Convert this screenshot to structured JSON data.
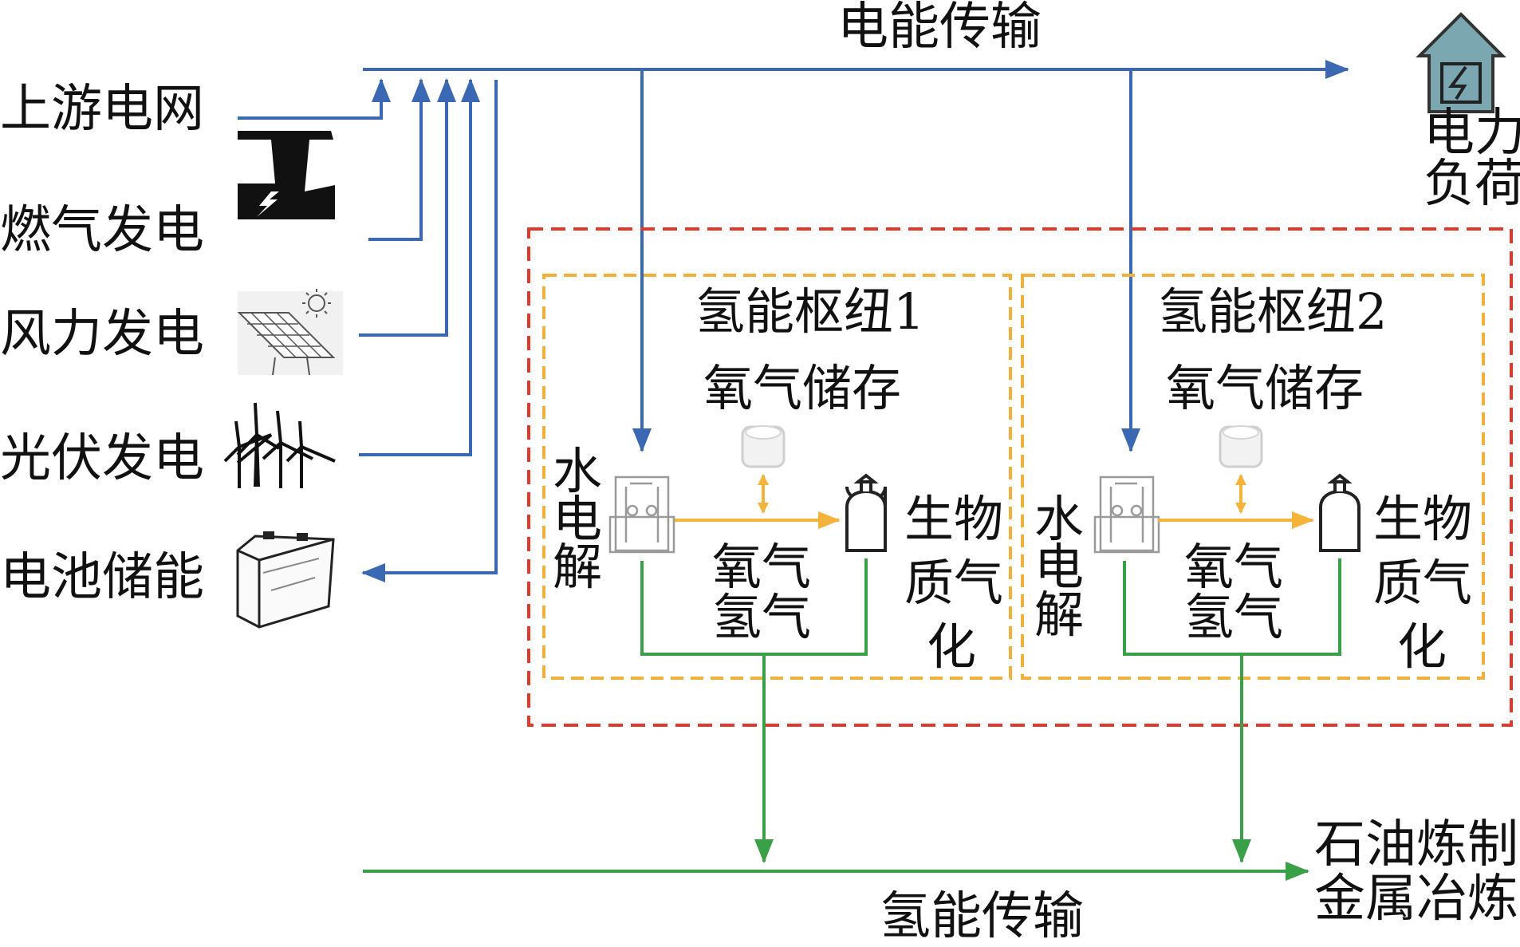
{
  "sources": {
    "upstream_grid": "上游电网",
    "gas_power": "燃气发电",
    "wind_power": "风力发电",
    "pv_power": "光伏发电",
    "battery_storage": "电池储能"
  },
  "top": {
    "power_transmission": "电能传输",
    "power_load_line1": "电力",
    "power_load_line2": "负荷"
  },
  "hub1": {
    "title": "氢能枢纽1",
    "oxygen_storage": "氧气储存",
    "electrolysis": [
      "水",
      "电",
      "解"
    ],
    "oxygen": "氧气",
    "hydrogen": "氢气",
    "biomass": [
      "生物",
      "质气",
      "化"
    ]
  },
  "hub2": {
    "title": "氢能枢纽2",
    "oxygen_storage": "氧气储存",
    "electrolysis": [
      "水",
      "电",
      "解"
    ],
    "oxygen": "氧气",
    "hydrogen": "氢气",
    "biomass": [
      "生物",
      "质气",
      "化"
    ]
  },
  "bottom": {
    "hydrogen_transmission": "氢能传输",
    "industry_line1": "石油炼制",
    "industry_line2": "金属冶炼"
  },
  "colors": {
    "electric": "#3b68b3",
    "hydrogen": "#3aa047",
    "oxygen": "#f4b43c",
    "outer_border": "#e03a2e",
    "hub_border": "#f0b03a",
    "house": "#7aa7b0"
  }
}
